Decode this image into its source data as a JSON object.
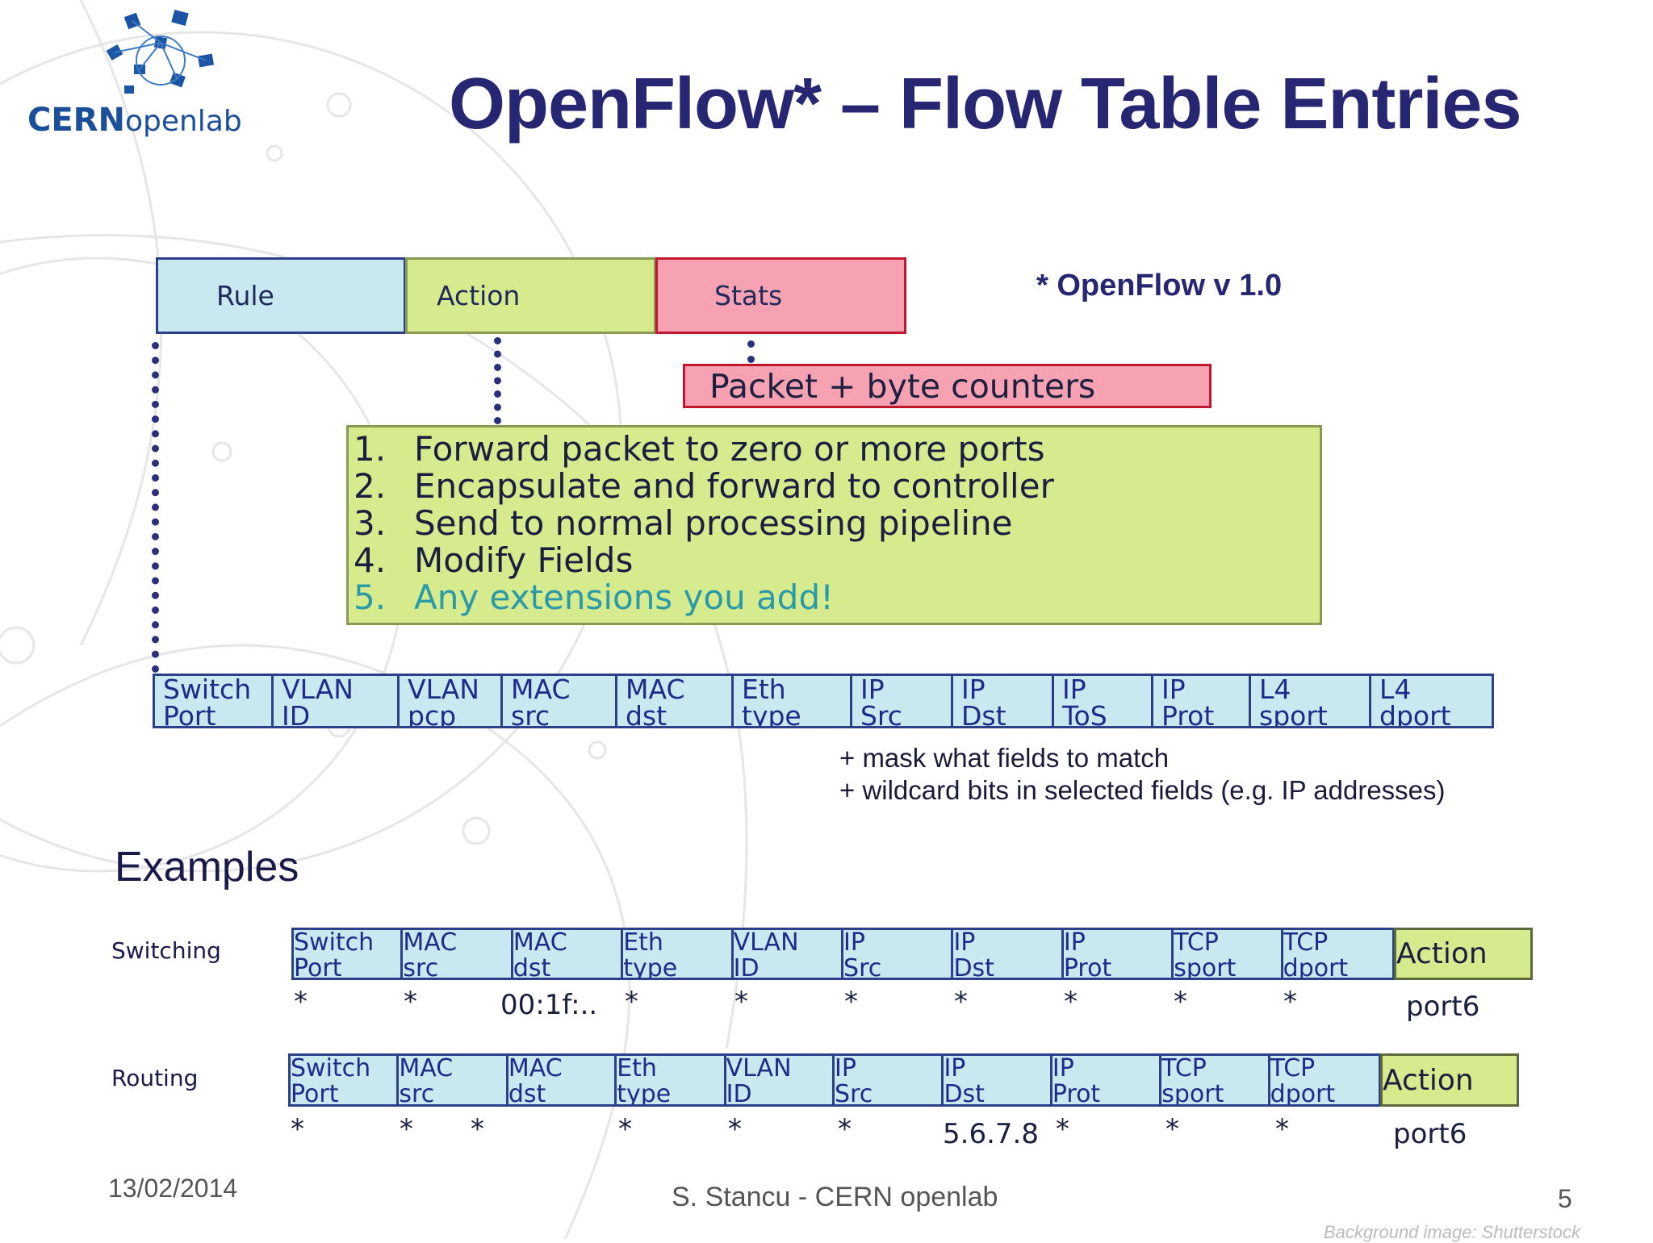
{
  "title": "OpenFlow* – Flow Table Entries",
  "logo": {
    "text_bold": "CERN",
    "text_light": "openlab"
  },
  "header_boxes": {
    "rule": "Rule",
    "action": "Action",
    "stats": "Stats"
  },
  "version_note": "* OpenFlow v 1.0",
  "counters": "Packet + byte counters",
  "actions": [
    {
      "num": "1.",
      "text": "Forward packet to zero or more ports"
    },
    {
      "num": "2.",
      "text": "Encapsulate and forward to controller"
    },
    {
      "num": "3.",
      "text": "Send to normal processing pipeline"
    },
    {
      "num": "4.",
      "text": "Modify Fields"
    },
    {
      "num": "5.",
      "text": "Any extensions you add!"
    }
  ],
  "rule_fields": [
    {
      "label": "Switch\nPort"
    },
    {
      "label": "VLAN\nID"
    },
    {
      "label": "VLAN\npcp"
    },
    {
      "label": "MAC\nsrc"
    },
    {
      "label": "MAC\ndst"
    },
    {
      "label": "Eth\ntype"
    },
    {
      "label": "IP\nSrc"
    },
    {
      "label": "IP\nDst"
    },
    {
      "label": "IP\nToS"
    },
    {
      "label": "IP\nProt"
    },
    {
      "label": "L4\nsport"
    },
    {
      "label": "L4\ndport"
    }
  ],
  "mask_notes": [
    "+ mask what fields to match",
    "+ wildcard bits in selected fields (e.g. IP addresses)"
  ],
  "examples_title": "Examples",
  "examples": {
    "switching": {
      "label": "Switching",
      "fields": [
        "Switch\nPort",
        "MAC\nsrc",
        "MAC\ndst",
        "Eth\ntype",
        "VLAN\nID",
        "IP\nSrc",
        "IP\nDst",
        "IP\nProt",
        "TCP\nsport",
        "TCP\ndport"
      ],
      "action_label": "Action",
      "values": [
        "*",
        "*",
        "00:1f:..",
        "*",
        "*",
        "*",
        "*",
        "*",
        "*",
        "*"
      ],
      "action_value": "port6"
    },
    "routing": {
      "label": "Routing",
      "fields": [
        "Switch\nPort",
        "MAC\nsrc",
        "MAC\ndst",
        "Eth\ntype",
        "VLAN\nID",
        "IP\nSrc",
        "IP\nDst",
        "IP\nProt",
        "TCP\nsport",
        "TCP\ndport"
      ],
      "action_label": "Action",
      "values": [
        "*",
        "*",
        "*",
        "*",
        "*",
        "*",
        "5.6.7.8",
        "*",
        "*",
        "*"
      ],
      "action_value": "port6"
    }
  },
  "footer": {
    "date": "13/02/2014",
    "author": "S. Stancu - CERN openlab",
    "page": "5",
    "credit": "Background image: Shutterstock"
  },
  "colors": {
    "rule_fill": "#c9e8ef",
    "action_fill": "#d6ea8e",
    "stats_fill": "#f7a2b3",
    "title": "#262673",
    "extension_text": "#2a9aa6"
  }
}
